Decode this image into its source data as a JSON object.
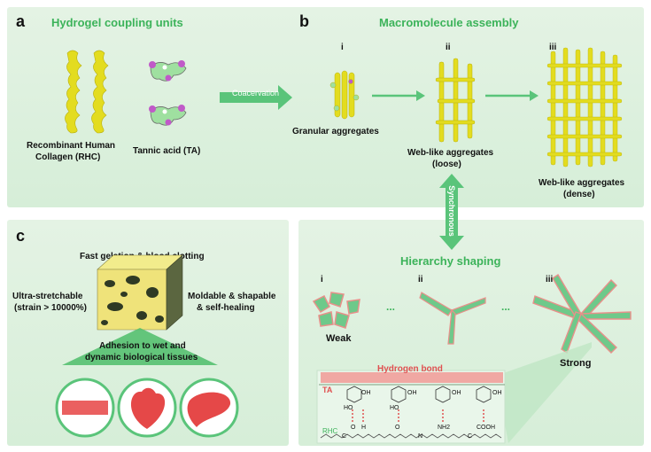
{
  "panels": {
    "a": {
      "label": "a",
      "title": "Hydrogel coupling units",
      "rhc_line1": "Recombinant Human",
      "rhc_line2": "Collagen (RHC)",
      "ta": "Tannic acid (TA)"
    },
    "b": {
      "label": "b",
      "title": "Macromolecule assembly",
      "coacervation": "Coacervation",
      "stages": [
        {
          "roman": "i",
          "line1": "Granular aggregates",
          "line2": ""
        },
        {
          "roman": "ii",
          "line1": "Web-like aggregates",
          "line2": "(loose)"
        },
        {
          "roman": "iii",
          "line1": "Web-like aggregates",
          "line2": "(dense)"
        }
      ]
    },
    "c": {
      "label": "c",
      "prop_top": "Fast gelation & blood clotting",
      "prop_left_1": "Ultra-stretchable",
      "prop_left_2": "(strain > 10000%)",
      "prop_right_1": "Moldable & shapable",
      "prop_right_2": "& self-healing",
      "adhesion_1": "Adhesion to wet and",
      "adhesion_2": "dynamic biological tissues"
    },
    "hierarchy": {
      "synchronous": "Synchronous",
      "title": "Hierarchy shaping",
      "stages": [
        "i",
        "ii",
        "iii"
      ],
      "weak": "Weak",
      "strong": "Strong",
      "ellipsis": "...",
      "hbond": "Hydrogen bond",
      "ta": "TA",
      "rhc": "RHC",
      "groups": [
        "OH",
        "HO",
        "H",
        "O",
        "N",
        "NH2",
        "COOH",
        "C"
      ]
    }
  },
  "colors": {
    "green_title": "#3cb35a",
    "collagen": "#e3dc1f",
    "salmon": "#e8908a",
    "arrow": "#5ac47a",
    "pink_bar": "#f0a8a3"
  }
}
